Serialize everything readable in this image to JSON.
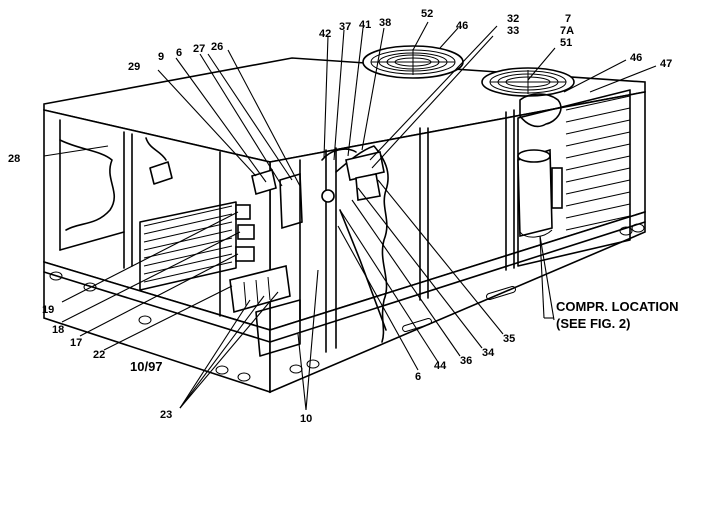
{
  "header_text": "",
  "callouts": {
    "c52": "52",
    "c46a": "46",
    "c32": "32",
    "c33": "33",
    "c7": "7",
    "c7a": "7A",
    "c51": "51",
    "c46b": "46",
    "c47": "47",
    "c42": "42",
    "c37": "37",
    "c41": "41",
    "c38": "38",
    "c29": "29",
    "c9": "9",
    "c6a": "6",
    "c27": "27",
    "c26": "26",
    "c28": "28",
    "c19": "19",
    "c18": "18",
    "c17": "17",
    "c22": "22",
    "c23": "23",
    "c10": "10",
    "c6b": "6",
    "c44": "44",
    "c36": "36",
    "c34": "34",
    "c35": "35"
  },
  "compressor_note": {
    "line1": "COMPR. LOCATION",
    "line2": "(SEE FIG. 2)"
  },
  "date_code": "10/97"
}
